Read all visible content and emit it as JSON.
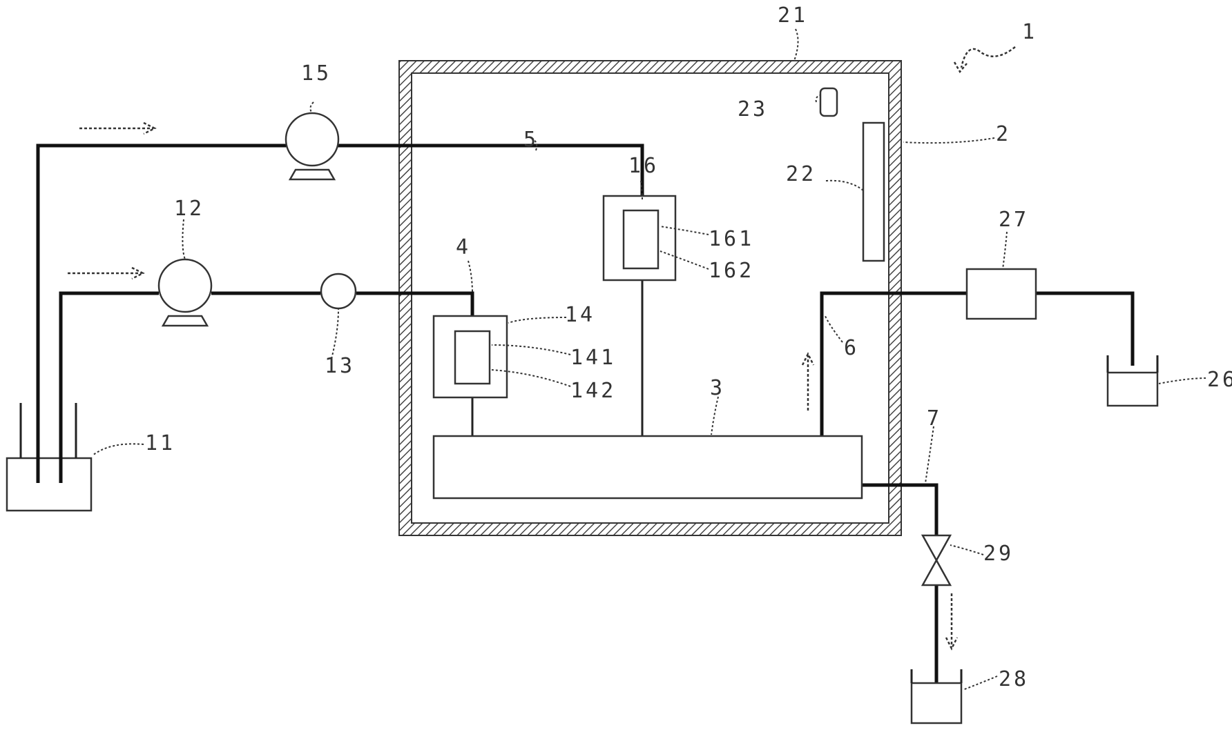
{
  "labels": {
    "system": "1",
    "chamber": "2",
    "vessel": "3",
    "line_4": "4",
    "line_5": "5",
    "line_6": "6",
    "line_7": "7",
    "tank": "11",
    "pump_12": "12",
    "valve_13": "13",
    "unit_14": "14",
    "unit_141": "141",
    "unit_142": "142",
    "pump_15": "15",
    "unit_16": "16",
    "unit_161": "161",
    "unit_162": "162",
    "wall": "21",
    "heater": "22",
    "sensor": "23",
    "receiver_26": "26",
    "device_27": "27",
    "receiver_28": "28",
    "valve_29": "29"
  },
  "colors": {
    "line": "#111111",
    "hatch": "#444444",
    "background": "#ffffff"
  }
}
